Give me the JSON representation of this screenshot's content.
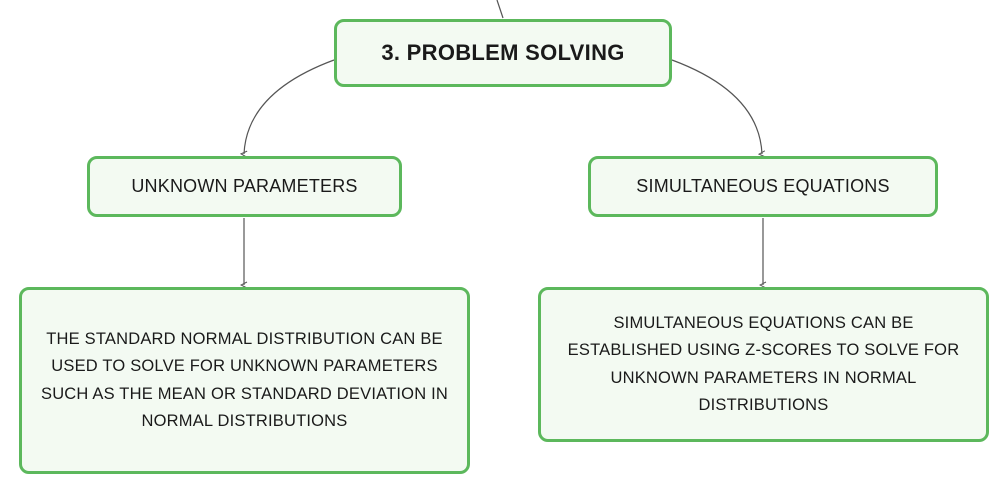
{
  "diagram": {
    "root": {
      "label": "3. PROBLEM SOLVING"
    },
    "branches": [
      {
        "label": "UNKNOWN PARAMETERS",
        "detail": "THE STANDARD NORMAL DISTRIBUTION CAN BE USED TO SOLVE FOR UNKNOWN PARAMETERS SUCH AS THE MEAN OR STANDARD DEVIATION IN NORMAL DISTRIBUTIONS"
      },
      {
        "label": "SIMULTANEOUS EQUATIONS",
        "detail": "SIMULTANEOUS EQUATIONS CAN BE ESTABLISHED USING Z-SCORES TO SOLVE FOR UNKNOWN PARAMETERS IN NORMAL DISTRIBUTIONS"
      }
    ]
  },
  "colors": {
    "node_border": "#5cb85c",
    "node_fill": "#f3faf2",
    "connector": "#555555",
    "text": "#1a1a1a"
  }
}
